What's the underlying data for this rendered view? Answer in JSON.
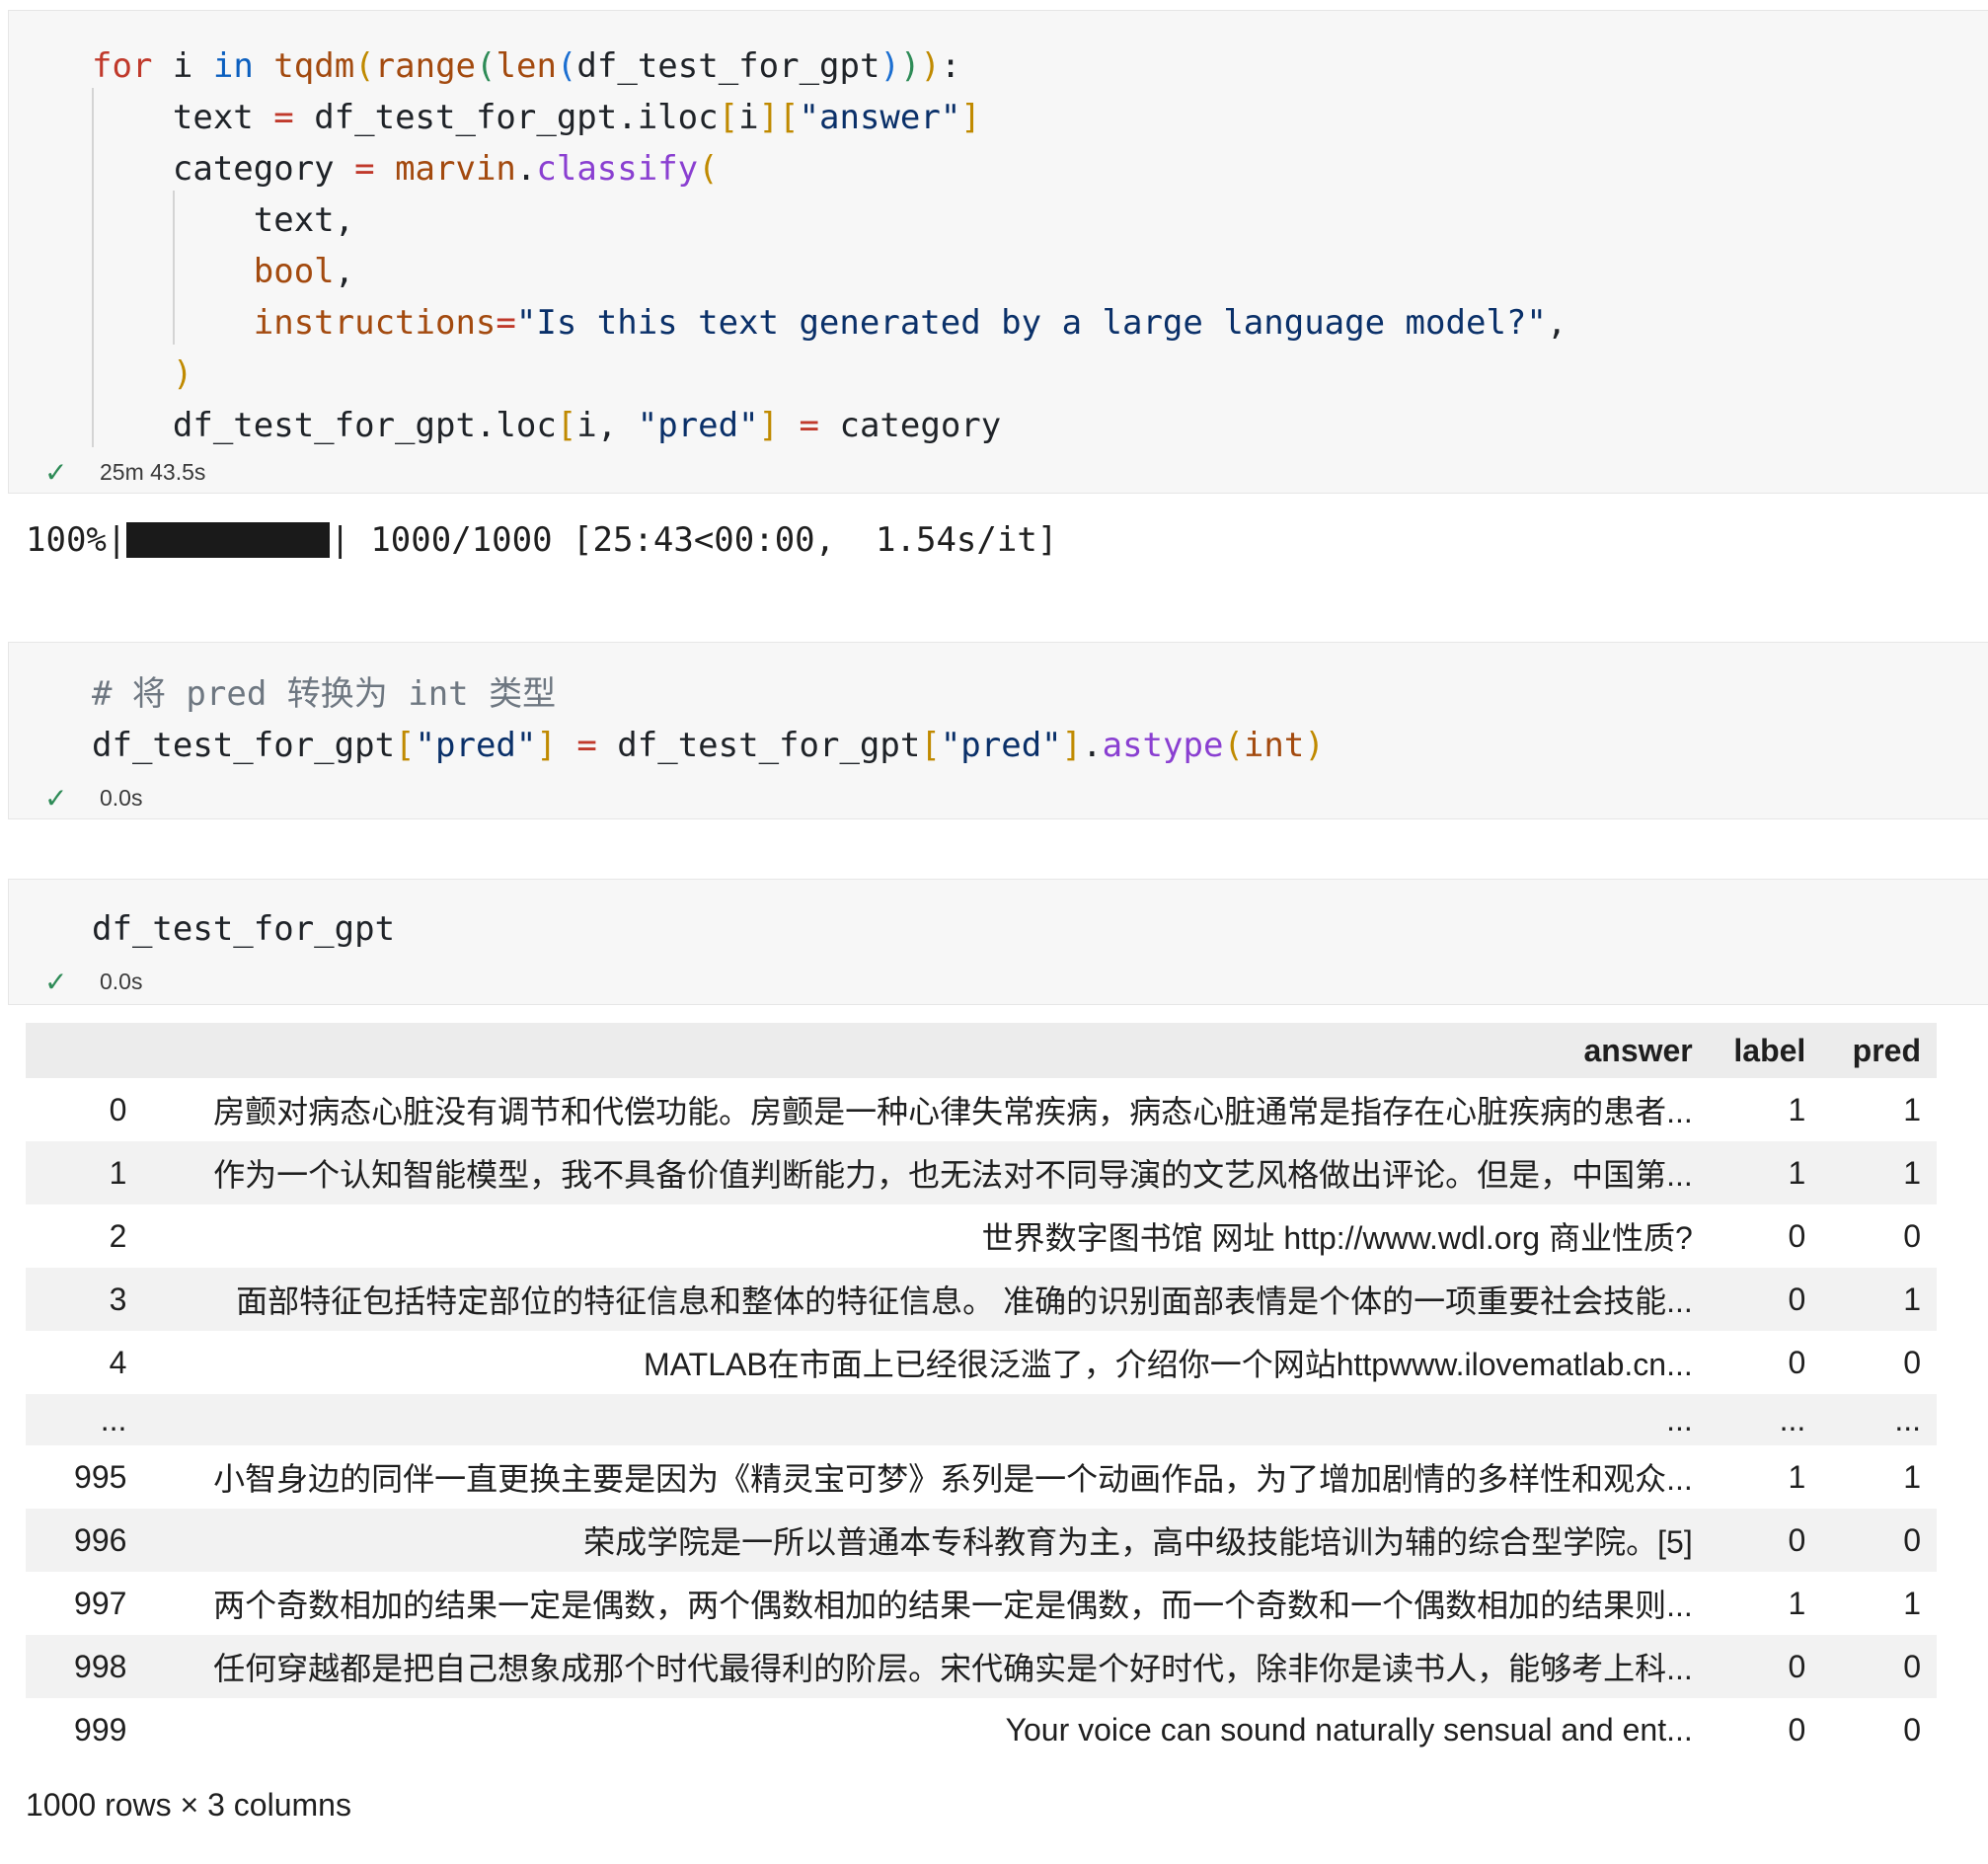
{
  "cells": [
    {
      "lines": [
        "for i in tqdm(range(len(df_test_for_gpt))):",
        "    text = df_test_for_gpt.iloc[i][\"answer\"]",
        "    category = marvin.classify(",
        "        text,",
        "        bool,",
        "        instructions=\"Is this text generated by a large language model?\",",
        "    )",
        "    df_test_for_gpt.loc[i, \"pred\"] = category"
      ],
      "status": "25m 43.5s"
    },
    {
      "lines": [
        "# 将 pred 转换为 int 类型",
        "df_test_for_gpt[\"pred\"] = df_test_for_gpt[\"pred\"].astype(int)"
      ],
      "status": "0.0s"
    },
    {
      "lines": [
        "df_test_for_gpt"
      ],
      "status": "0.0s"
    }
  ],
  "progress": {
    "percent_text": "100%",
    "fraction": 1.0,
    "detail": "| 1000/1000 [25:43<00:00,  1.54s/it]"
  },
  "table": {
    "columns": [
      "answer",
      "label",
      "pred"
    ],
    "rows": [
      {
        "index": "0",
        "answer": "房颤对病态心脏没有调节和代偿功能。房颤是一种心律失常疾病，病态心脏通常是指存在心脏疾病的患者...",
        "label": "1",
        "pred": "1"
      },
      {
        "index": "1",
        "answer": "作为一个认知智能模型，我不具备价值判断能力，也无法对不同导演的文艺风格做出评论。但是，中国第...",
        "label": "1",
        "pred": "1"
      },
      {
        "index": "2",
        "answer": "世界数字图书馆 网址 http://www.wdl.org 商业性质?",
        "label": "0",
        "pred": "0"
      },
      {
        "index": "3",
        "answer": "面部特征包括特定部位的特征信息和整体的特征信息。 准确的识别面部表情是个体的一项重要社会技能...",
        "label": "0",
        "pred": "1"
      },
      {
        "index": "4",
        "answer": "MATLAB在市面上已经很泛滥了，介绍你一个网站httpwww.ilovematlab.cn...",
        "label": "0",
        "pred": "0"
      },
      {
        "index": "...",
        "answer": "...",
        "label": "...",
        "pred": "..."
      },
      {
        "index": "995",
        "answer": "小智身边的同伴一直更换主要是因为《精灵宝可梦》系列是一个动画作品，为了增加剧情的多样性和观众...",
        "label": "1",
        "pred": "1"
      },
      {
        "index": "996",
        "answer": "荣成学院是一所以普通本专科教育为主，高中级技能培训为辅的综合型学院。[5]",
        "label": "0",
        "pred": "0"
      },
      {
        "index": "997",
        "answer": "两个奇数相加的结果一定是偶数，两个偶数相加的结果一定是偶数，而一个奇数和一个偶数相加的结果则...",
        "label": "1",
        "pred": "1"
      },
      {
        "index": "998",
        "answer": "任何穿越都是把自己想象成那个时代最得利的阶层。宋代确实是个好时代，除非你是读书人，能够考上科...",
        "label": "0",
        "pred": "0"
      },
      {
        "index": "999",
        "answer": "Your voice can sound naturally sensual and ent...",
        "label": "0",
        "pred": "0"
      }
    ],
    "shape": "1000 rows × 3 columns"
  }
}
